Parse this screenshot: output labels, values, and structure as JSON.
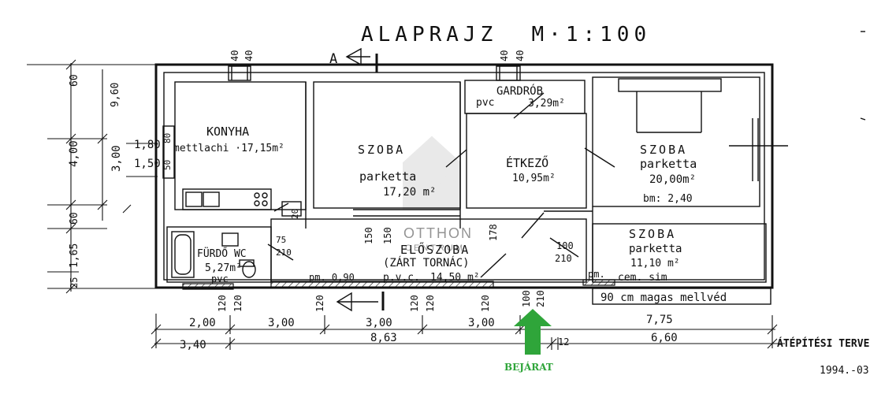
{
  "title": "ALAPRAJZ  M·1:100",
  "rooms": {
    "konyha": {
      "name": "KONYHA",
      "detail": "mettlachi ·17,15m²"
    },
    "szoba1": {
      "name": "SZOBA",
      "floor": "parketta",
      "area": "17,20 m²"
    },
    "gardrob": {
      "name": "GARDRÓB",
      "floor": "pvc",
      "area": "3,29m²"
    },
    "etkezo": {
      "name": "ÉTKEZŐ",
      "area": "10,95m²"
    },
    "szoba2": {
      "name": "SZOBA",
      "floor": "parketta",
      "area": "20,00m²",
      "height": "bm: 2,40"
    },
    "szoba3": {
      "name": "SZOBA",
      "floor": "parketta",
      "area": "11,10 m²",
      "floor2": "cem. sim"
    },
    "furdo": {
      "name": "FÜRDŐ  WC",
      "area": "5,27m²",
      "floor": "pvc"
    },
    "eloszoba": {
      "name": "ELŐSZOBA",
      "sub": "(ZÁRT TORNÁC)",
      "floor": "p.v.c.",
      "area": "14,50 m²"
    }
  },
  "notes": {
    "pm1": "pm. 0,90",
    "pm2": "pm.",
    "mellved": "90 cm magas mellvéd",
    "section_a": "A",
    "right_title": "ÁTÉPÍTÉSI TERVEZ",
    "right_date": "1994.-03",
    "watermark_brand": "OTTHON",
    "watermark_sub": "CENTRUM"
  },
  "dimensions": {
    "bottom_row1": [
      "2,00",
      "3,00",
      "3,00",
      "3,00",
      "7,75"
    ],
    "bottom_row2": [
      "3,40",
      "8,63",
      "6,60"
    ],
    "left_outer": [
      "4,00",
      "60",
      "1,65",
      "25"
    ],
    "left_inner": [
      "3,00",
      "9,60",
      "60"
    ],
    "left_heights": [
      "1,80",
      "1,50"
    ],
    "top_small": [
      "40",
      "40",
      "40",
      "40"
    ],
    "misc": [
      "80",
      "50",
      "20",
      "75",
      "210",
      "150",
      "150",
      "178",
      "100",
      "210",
      "120",
      "120",
      "120",
      "120",
      "120",
      "120",
      "100",
      "210",
      "12"
    ]
  },
  "entrance": {
    "label": "BEJÁRAT",
    "color": "#2fa53a"
  }
}
